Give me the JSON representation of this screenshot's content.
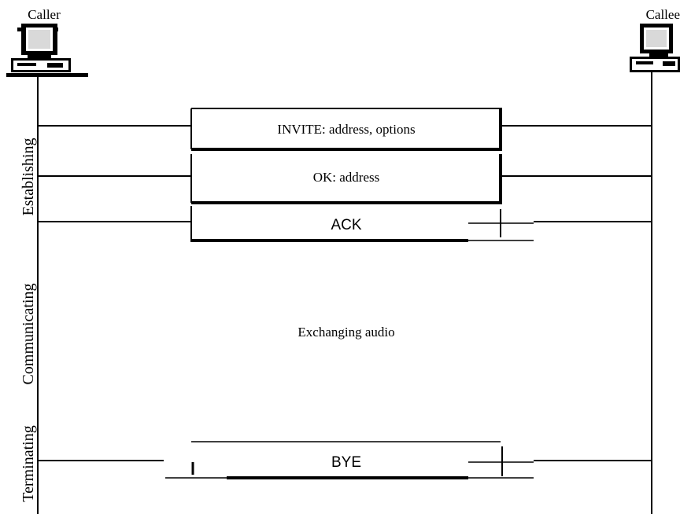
{
  "participants": {
    "caller": {
      "label": "Caller",
      "icon": "computer-icon"
    },
    "callee": {
      "label": "Callee",
      "icon": "computer-icon"
    }
  },
  "phases": {
    "establishing": "Establishing",
    "communicating": "Communicating",
    "terminating": "Terminating"
  },
  "messages": {
    "invite": "INVITE: address, options",
    "ok": "OK: address",
    "ack": "ACK",
    "bye": "BYE"
  },
  "activity": {
    "audio": "Exchanging audio"
  }
}
